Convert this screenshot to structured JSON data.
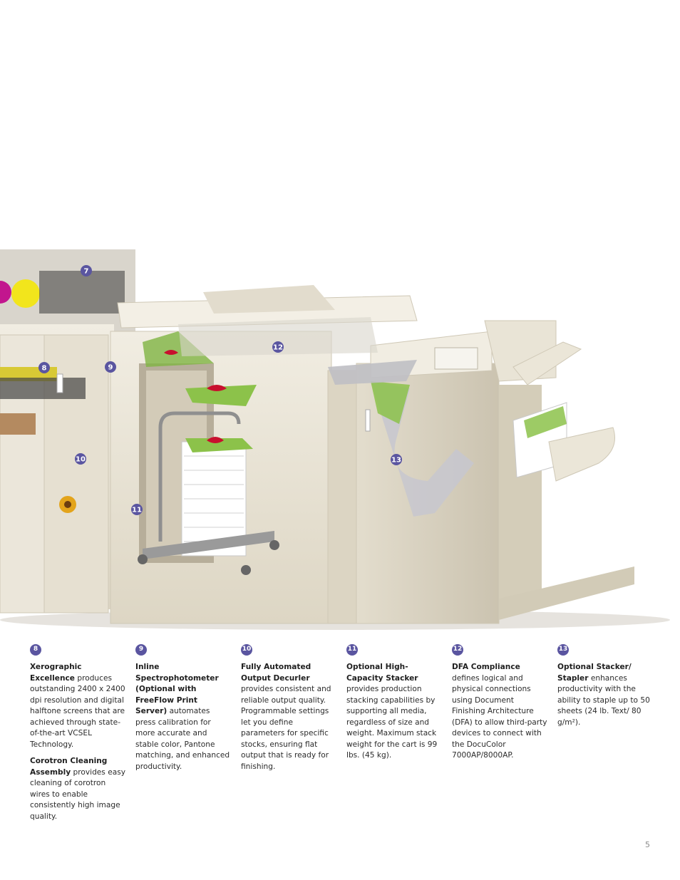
{
  "callouts": [
    "7",
    "8",
    "9",
    "10",
    "11",
    "12",
    "13"
  ],
  "columns": [
    {
      "number": "8",
      "paragraphs": [
        {
          "bold": "Xerographic Excellence",
          "text": " produces outstanding 2400 x 2400 dpi resolution and digital halftone screens that are achieved through state-of-the-art VCSEL Technology."
        },
        {
          "bold": "Corotron Cleaning Assembly",
          "text": " provides easy cleaning of corotron wires to enable consistently high image quality."
        }
      ]
    },
    {
      "number": "9",
      "paragraphs": [
        {
          "bold": "Inline Spectrophotometer (Optional with FreeFlow Print Server)",
          "text": " automates press calibration for more accurate and stable color, Pantone matching, and enhanced productivity."
        }
      ]
    },
    {
      "number": "10",
      "paragraphs": [
        {
          "bold": "Fully Automated Output Decurler",
          "text": " provides consistent and reliable output quality. Programmable settings let you define parameters for specific stocks, ensuring flat output that is ready for finishing."
        }
      ]
    },
    {
      "number": "11",
      "paragraphs": [
        {
          "bold": "Optional High-Capacity Stacker",
          "text": " provides production stacking capabilities by supporting all media, regardless of size and weight. Maximum stack weight for the cart is 99 lbs. (45 kg)."
        }
      ]
    },
    {
      "number": "12",
      "paragraphs": [
        {
          "bold": "DFA Compliance",
          "text": " defines logical and physical connections using Document Finishing Architecture (DFA) to allow third-party devices to connect with the DocuColor 7000AP/8000AP."
        }
      ]
    },
    {
      "number": "13",
      "paragraphs": [
        {
          "bold": "Optional Stacker/ Stapler",
          "text": " enhances productivity with the ability to staple up to 50 sheets (24 lb. Text/ 80 g/m²)."
        }
      ]
    }
  ],
  "page_number": "5",
  "colors": {
    "badge": "#5a55a0",
    "machine_body": "#e9e4d6",
    "machine_shadow": "#cfc8b6",
    "toner_yellow": "#f2e51c",
    "toner_magenta": "#c2168e"
  }
}
